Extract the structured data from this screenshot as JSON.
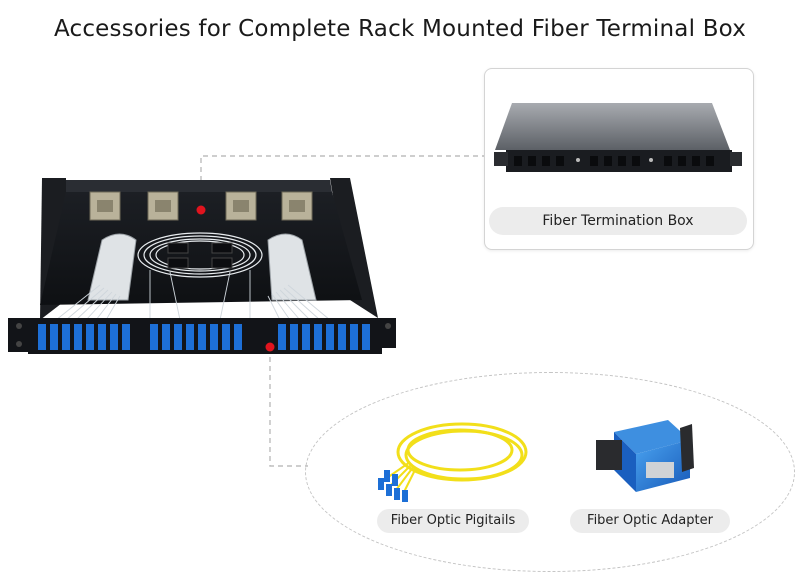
{
  "title": "Accessories for Complete Rack Mounted Fiber Terminal Box",
  "labels": {
    "termination_box": "Fiber Termination Box",
    "pigtails": "Fiber Optic Pigitails",
    "adapter": "Fiber Optic Adapter"
  },
  "colors": {
    "marker": "#e0141e",
    "sc_blue": "#1d6fd6",
    "pigtail_yellow": "#f2df1a",
    "panel_black": "#16181c"
  }
}
